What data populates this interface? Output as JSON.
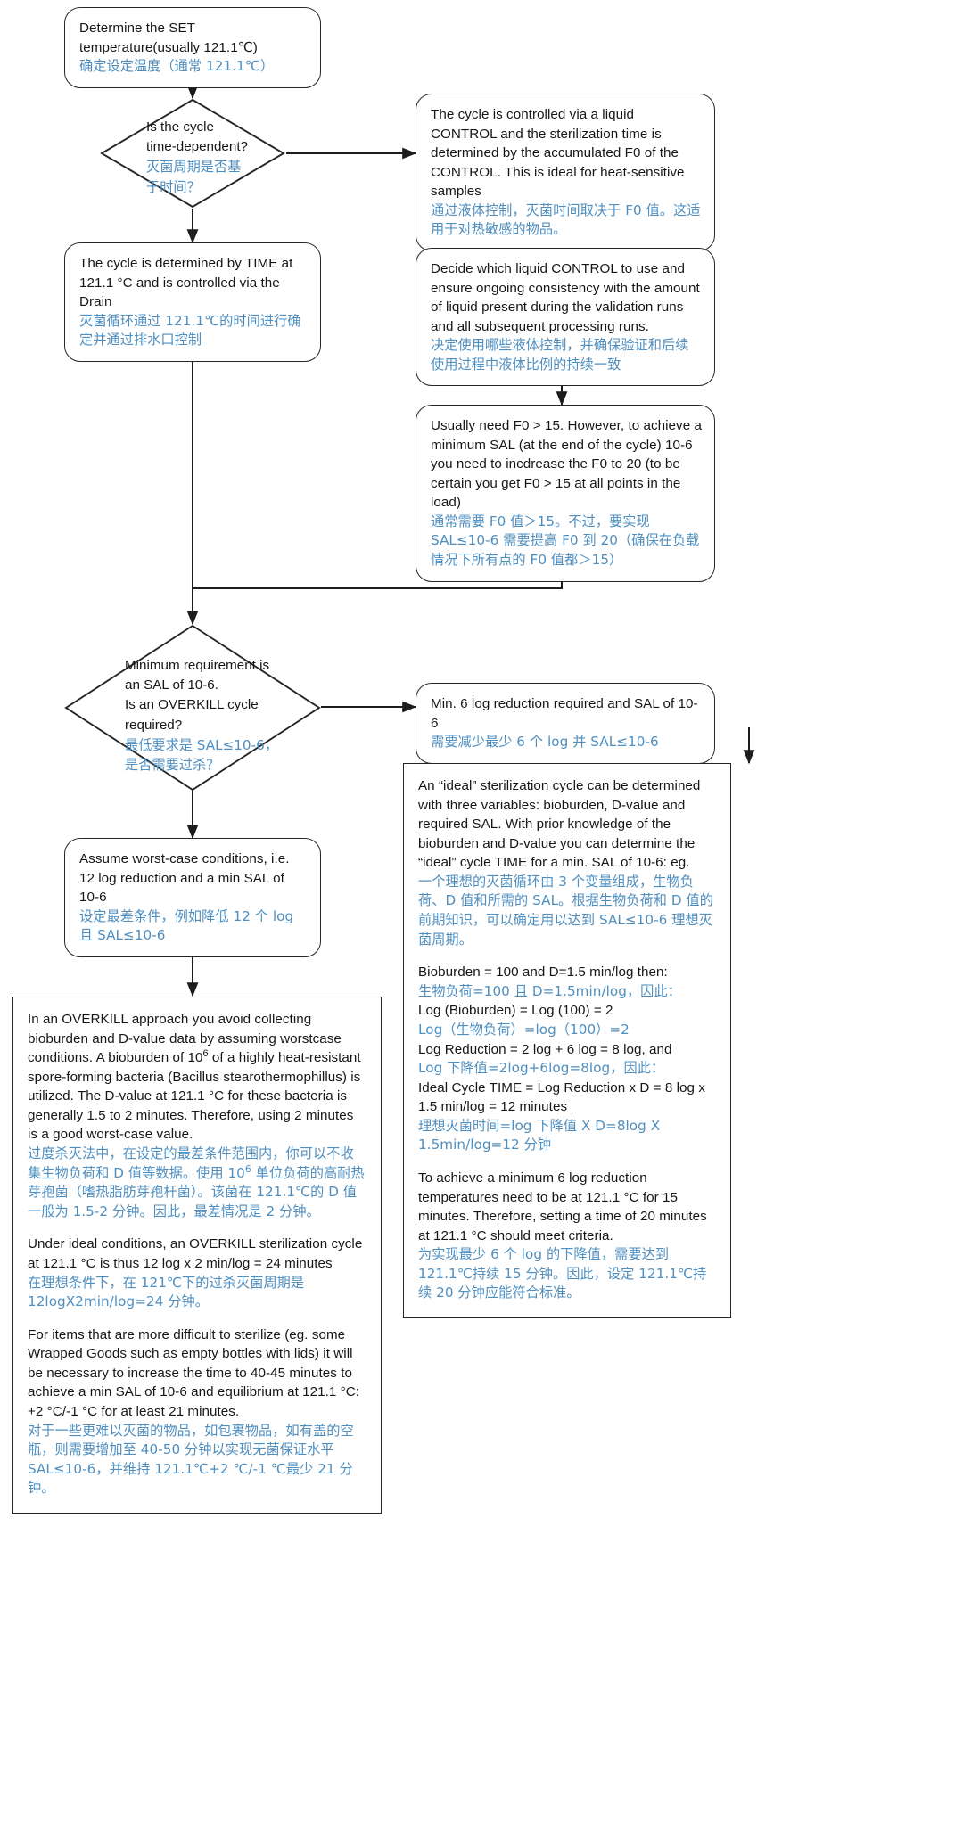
{
  "diagram": {
    "title": "Sterilization cycle determination flowchart",
    "accent_color": "#4f8fc0",
    "line_color": "#262626",
    "background": "#ffffff"
  },
  "nodes": {
    "set_temperature": {
      "shape": "rounded-rect",
      "en": "Determine the SET temperature(usually 121.1℃)",
      "zh": "确定设定温度（通常 121.1℃）"
    },
    "is_time_dependent": {
      "shape": "diamond",
      "en_line1": "Is the cycle",
      "en_line2": "time-dependent?",
      "zh_line1": "灭菌周期是否基",
      "zh_line2": "于时间？"
    },
    "control_liquid": {
      "shape": "rounded-rect",
      "en": "The cycle is controlled via a liquid CONTROL and the sterilization time is determined by the accumulated F0 of the CONTROL. This is ideal for heat-sensitive samples",
      "zh": "通过液体控制，灭菌时间取决于 F0 值。这适用于对热敏感的物品。"
    },
    "time_drain": {
      "shape": "rounded-rect",
      "en": "The cycle is determined by TIME at 121.1 °C and is controlled via the Drain",
      "zh": "灭菌循环通过 121.1℃的时间进行确定并通过排水口控制"
    },
    "decide_control": {
      "shape": "rounded-rect",
      "en": "Decide which liquid CONTROL to use and ensure ongoing consistency with the amount of liquid present during the validation runs and all subsequent processing runs.",
      "zh": "决定使用哪些液体控制，并确保验证和后续使用过程中液体比例的持续一致"
    },
    "f0_requirement": {
      "shape": "rounded-rect",
      "en": "Usually need F0 > 15. However, to achieve a minimum SAL (at the end of the cycle) 10-6 you need to incdrease the F0 to 20 (to be certain you get F0 > 15 at all points in the load)",
      "zh": "通常需要 F0 值＞15。不过，要实现 SAL≤10-6 需要提高 F0 到 20（确保在负载情况下所有点的 F0 值都＞15）"
    },
    "overkill_decision": {
      "shape": "diamond",
      "en_line1": "Minimum requirement is",
      "en_line2": "an SAL of 10-6.",
      "en_line3": "Is an OVERKILL cycle",
      "en_line4": "required?",
      "zh_line1": "最低要求是 SAL≤10-6，",
      "zh_line2": "是否需要过杀？"
    },
    "min_6_log": {
      "shape": "rounded-rect",
      "en": "Min. 6 log reduction required and SAL of 10-6",
      "zh": "需要减少最少 6 个 log 并 SAL≤10-6"
    },
    "worst_case": {
      "shape": "rounded-rect",
      "en": "Assume worst-case conditions, i.e. 12 log reduction and a min SAL of 10-6",
      "zh": "设定最差条件，例如降低 12 个 log 且 SAL≤10-6"
    },
    "overkill_detail": {
      "shape": "rect",
      "paragraphs": [
        {
          "en_parts": [
            {
              "t": "In an OVERKILL approach you avoid collecting bioburden and D-value data by assuming worstcase conditions. A bioburden of 10",
              "sup": false
            },
            {
              "t": "6",
              "sup": true
            },
            {
              "t": " of a highly heat-resistant spore-forming bacteria (Bacillus stearothermophillus) is utilized. The D-value at 121.1 °C for these bacteria is generally 1.5 to 2 minutes. Therefore, using 2 minutes is a good worst-case value.",
              "sup": false
            }
          ],
          "zh_parts": [
            {
              "t": "过度杀灭法中，在设定的最差条件范围内，你可以不收集生物负荷和 D 值等数据。使用 10",
              "sup": false
            },
            {
              "t": "6",
              "sup": true
            },
            {
              "t": " 单位负荷的高耐热芽孢菌（嗜热脂肪芽孢杆菌）。该菌在 121.1℃的 D 值一般为 1.5-2 分钟。因此，最差情况是 2 分钟。",
              "sup": false
            }
          ]
        },
        {
          "en": "Under ideal conditions, an OVERKILL sterilization cycle at 121.1 °C is thus 12 log x 2 min/log = 24 minutes",
          "zh": "在理想条件下，在 121℃下的过杀灭菌周期是 12logX2min/log=24 分钟。"
        },
        {
          "en": "For items that are more difficult to sterilize (eg. some Wrapped Goods such as empty bottles with lids) it will be necessary to increase the time to 40-45 minutes to achieve a min SAL of 10-6 and equilibrium at 121.1 °C: +2 °C/-1 °C for at least 21 minutes.",
          "zh": "对于一些更难以灭菌的物品，如包裹物品，如有盖的空瓶，则需要增加至 40-50 分钟以实现无菌保证水平 SAL≤10-6，并维持 121.1℃+2 ℃/-1 ℃最少 21 分钟。"
        }
      ]
    },
    "ideal_cycle_detail": {
      "shape": "rect",
      "paragraphs": [
        {
          "en": "An “ideal” sterilization cycle can be determined with three variables: bioburden, D-value and required SAL. With prior knowledge of the bioburden and D-value you can determine the “ideal” cycle TIME for a min. SAL of 10-6: eg.",
          "zh": "一个理想的灭菌循环由 3 个变量组成，生物负荷、D 值和所需的 SAL。根据生物负荷和 D 值的前期知识，可以确定用以达到 SAL≤10-6 理想灭菌周期。"
        },
        {
          "lines": [
            {
              "text": "Bioburden = 100 and D=1.5 min/log then:",
              "lang": "en"
            },
            {
              "text": "生物负荷=100 且 D=1.5min/log，因此：",
              "lang": "zh"
            },
            {
              "text": "Log (Bioburden) = Log (100) = 2",
              "lang": "en"
            },
            {
              "text": "Log（生物负荷）=log（100）=2",
              "lang": "zh"
            },
            {
              "text": "Log Reduction = 2 log + 6 log = 8 log, and",
              "lang": "en"
            },
            {
              "text": "Log 下降值=2log+6log=8log，因此：",
              "lang": "zh"
            },
            {
              "text": "Ideal Cycle TIME = Log Reduction x D = 8 log x 1.5 min/log = 12 minutes",
              "lang": "en"
            },
            {
              "text": "理想灭菌时间=log 下降值 X D=8log X 1.5min/log=12 分钟",
              "lang": "zh"
            }
          ]
        },
        {
          "en": "To achieve a minimum 6 log reduction temperatures need to be at 121.1 °C for 15 minutes. Therefore, setting a time of 20 minutes at 121.1 °C should meet criteria.",
          "zh": "为实现最少 6 个 log 的下降值，需要达到 121.1℃持续 15 分钟。因此，设定 121.1℃持续 20 分钟应能符合标准。"
        }
      ]
    }
  }
}
